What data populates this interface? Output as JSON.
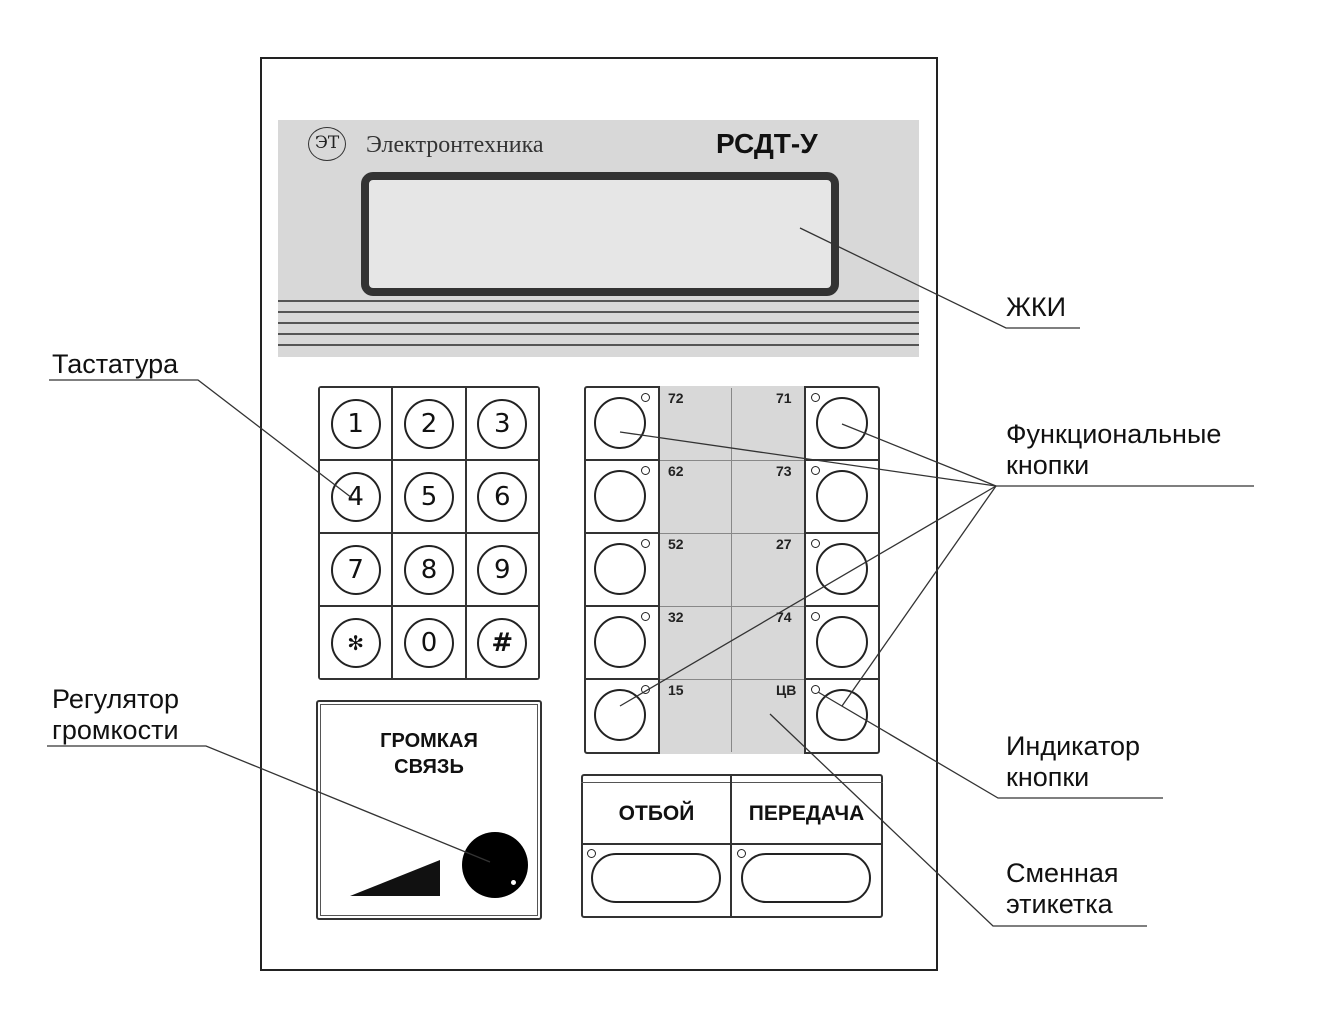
{
  "device": {
    "logo_mark": "ЭТ",
    "brand": "Электронтехника",
    "model": "РСДТ-У"
  },
  "keypad": {
    "keys": [
      "1",
      "2",
      "3",
      "4",
      "5",
      "6",
      "7",
      "8",
      "9",
      "✻",
      "0",
      "#"
    ]
  },
  "volume": {
    "label_line1": "ГРОМКАЯ",
    "label_line2": "СВЯЗЬ"
  },
  "function_labels": {
    "left": [
      "72",
      "62",
      "52",
      "32",
      "15"
    ],
    "right": [
      "71",
      "73",
      "27",
      "74",
      "ЦВ"
    ]
  },
  "controls": {
    "release_label": "ОТБОЙ",
    "transmit_label": "ПЕРЕДАЧА"
  },
  "callouts": {
    "lcd": "ЖКИ",
    "keypad": "Тастатура",
    "function_buttons_line1": "Функциональные",
    "function_buttons_line2": "кнопки",
    "volume_line1": "Регулятор",
    "volume_line2": "громкости",
    "indicator_line1": "Индикатор",
    "indicator_line2": "кнопки",
    "label_line1": "Сменная",
    "label_line2": "этикетка"
  },
  "colors": {
    "panel_gray": "#d8d8d8",
    "outline": "#222222",
    "knob": "#000000"
  }
}
